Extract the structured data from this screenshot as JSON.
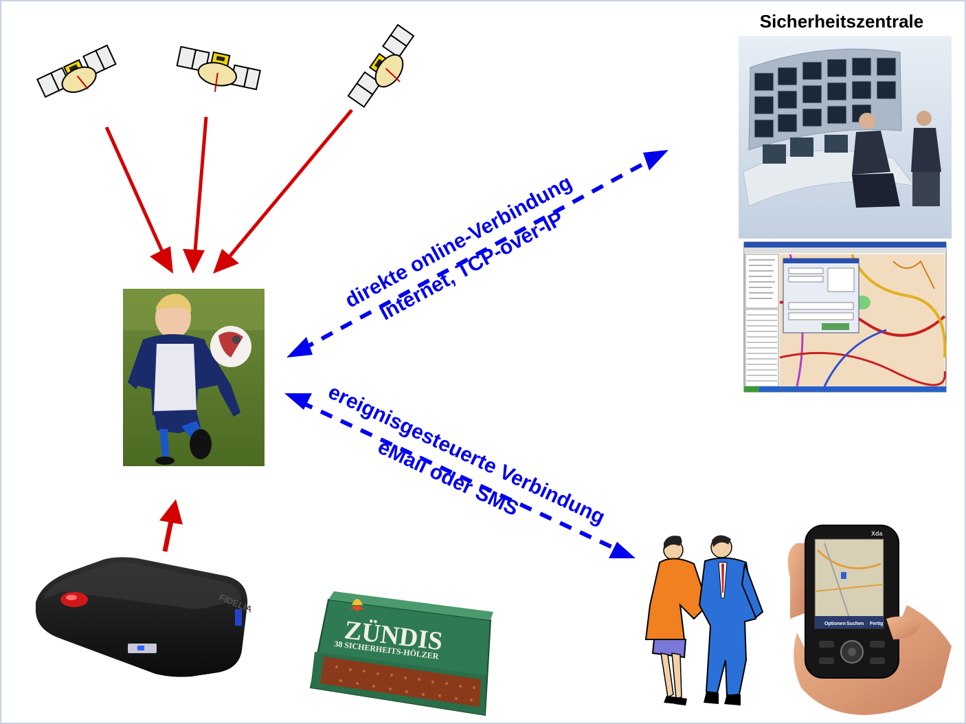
{
  "title": "Sicherheitszentrale",
  "links": {
    "online": {
      "line1": "direkte online-Verbindung",
      "line2": "Internet, TCP-over-IP"
    },
    "event": {
      "line1": "ereignisgesteuerte Verbindung",
      "line2": "eMail oder SMS"
    }
  },
  "matchbox": {
    "brand": "ZÜNDIS",
    "subtitle": "38 SICHERHEITS-HÖLZER"
  },
  "tracker": {
    "brand": "FIDELIA"
  },
  "phone": {
    "brand": "Xda",
    "softkeys": [
      "Optionen",
      "Suchen",
      "Fertig"
    ]
  },
  "colors": {
    "gps_arrow": "#d40000",
    "link_arrow": "#0000ee",
    "label_text": "#0000ee",
    "frame": "#c8d0e8"
  }
}
